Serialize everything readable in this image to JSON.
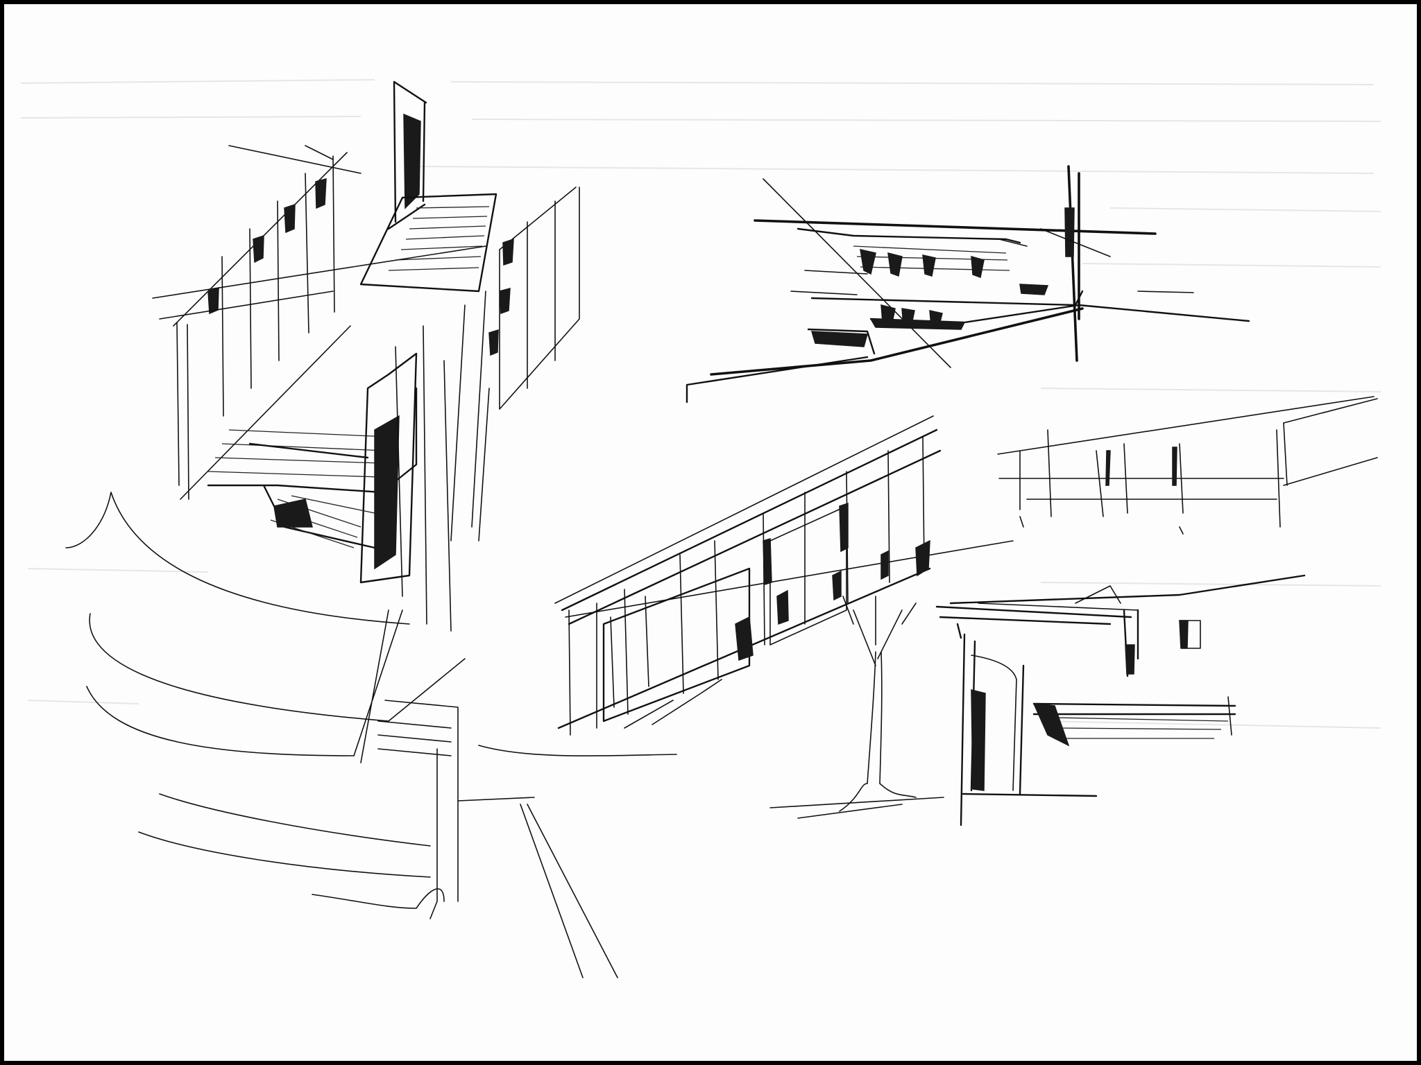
{
  "image": {
    "kind": "pen sketch on paper",
    "border_color": "#000000",
    "paper_color": "#fdfdfd",
    "ink_color": "#111111"
  },
  "sketches": [
    {
      "id": "courtyard-perspective"
    },
    {
      "id": "cantilever-elevation"
    },
    {
      "id": "long-facade-perspective"
    },
    {
      "id": "right-section-study"
    },
    {
      "id": "tree-and-corner-detail"
    }
  ]
}
